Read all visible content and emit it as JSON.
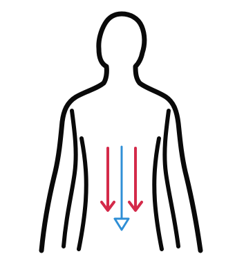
{
  "figure": {
    "subject": "human-torso-silhouette",
    "colors": {
      "outline": "#0a0a0a",
      "background": "#ffffff",
      "side_arrows": "#d42a4a",
      "center_arrow": "#2f8fd6"
    },
    "arrows": [
      {
        "name": "left-downward-arrow",
        "color_key": "side_arrows",
        "style": "open-chevron",
        "direction": "down"
      },
      {
        "name": "center-downward-arrow",
        "color_key": "center_arrow",
        "style": "hollow-triangle",
        "direction": "down"
      },
      {
        "name": "right-downward-arrow",
        "color_key": "side_arrows",
        "style": "open-chevron",
        "direction": "down"
      }
    ]
  }
}
